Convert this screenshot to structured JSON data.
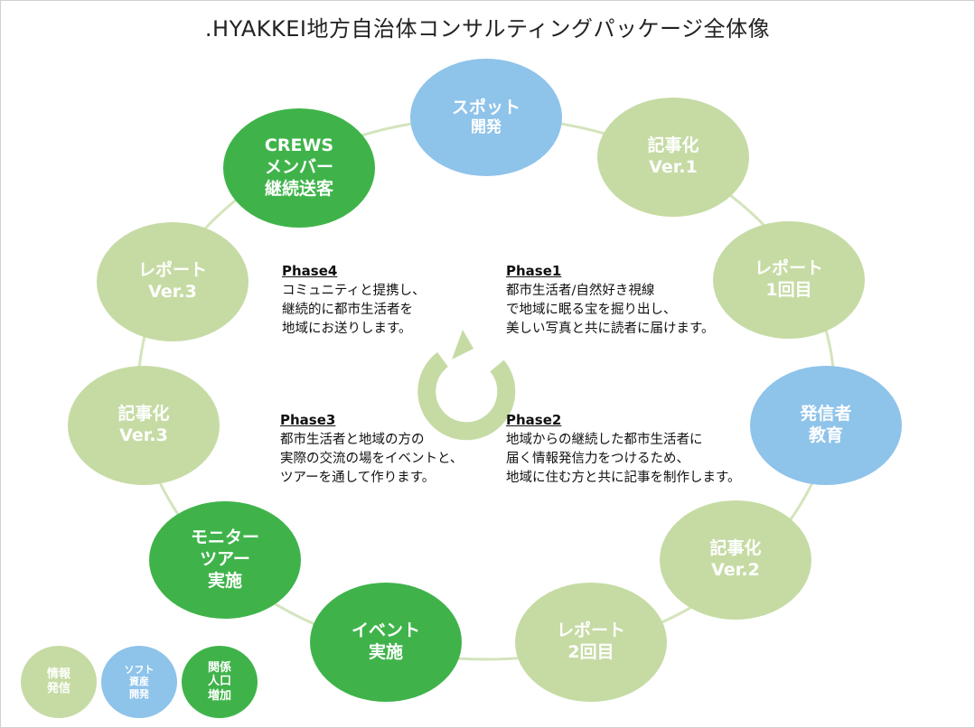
{
  "title": ".HYAKKEI地方自治体コンサルティングパッケージ全体像",
  "colors": {
    "light_green": "#c6dba4",
    "blue": "#8ec3ea",
    "green": "#3fb34a",
    "ring": "#d4e4bc",
    "cycle_arrow": "#c6dba4"
  },
  "nodes": [
    {
      "lines": [
        "スポット",
        "開発"
      ],
      "color": "blue"
    },
    {
      "lines": [
        "記事化",
        "Ver.1"
      ],
      "color": "lightgreen"
    },
    {
      "lines": [
        "レポート",
        "1回目"
      ],
      "color": "lightgreen"
    },
    {
      "lines": [
        "発信者",
        "教育"
      ],
      "color": "blue"
    },
    {
      "lines": [
        "記事化",
        "Ver.2"
      ],
      "color": "lightgreen"
    },
    {
      "lines": [
        "レポート",
        "2回目"
      ],
      "color": "lightgreen"
    },
    {
      "lines": [
        "イベント",
        "実施"
      ],
      "color": "green"
    },
    {
      "lines": [
        "モニター",
        "ツアー",
        "実施"
      ],
      "color": "green"
    },
    {
      "lines": [
        "記事化",
        "Ver.3"
      ],
      "color": "lightgreen"
    },
    {
      "lines": [
        "レポート",
        "Ver.3"
      ],
      "color": "lightgreen"
    },
    {
      "lines": [
        "CREWS",
        "メンバー",
        "継続送客"
      ],
      "color": "green"
    }
  ],
  "phases": [
    {
      "title": "Phase1",
      "lines": [
        "都市生活者/自然好き視線",
        "で地域に眠る宝を掘り出し、",
        "美しい写真と共に読者に届けます。"
      ]
    },
    {
      "title": "Phase2",
      "lines": [
        "地域からの継続した都市生活者に",
        "届く情報発信力をつけるため、",
        "地域に住む方と共に記事を制作します。"
      ]
    },
    {
      "title": "Phase3",
      "lines": [
        "都市生活者と地域の方の",
        "実際の交流の場をイベントと、",
        "ツアーを通して作ります。"
      ]
    },
    {
      "title": "Phase4",
      "lines": [
        "コミュニティと提携し、",
        "継続的に都市生活者を",
        "地域にお送りします。"
      ]
    }
  ],
  "legend": [
    {
      "lines": [
        "情報",
        "発信"
      ],
      "color": "lightgreen"
    },
    {
      "lines": [
        "ソフト",
        "資産",
        "開発"
      ],
      "color": "blue"
    },
    {
      "lines": [
        "関係",
        "人口",
        "増加"
      ],
      "color": "green"
    }
  ]
}
